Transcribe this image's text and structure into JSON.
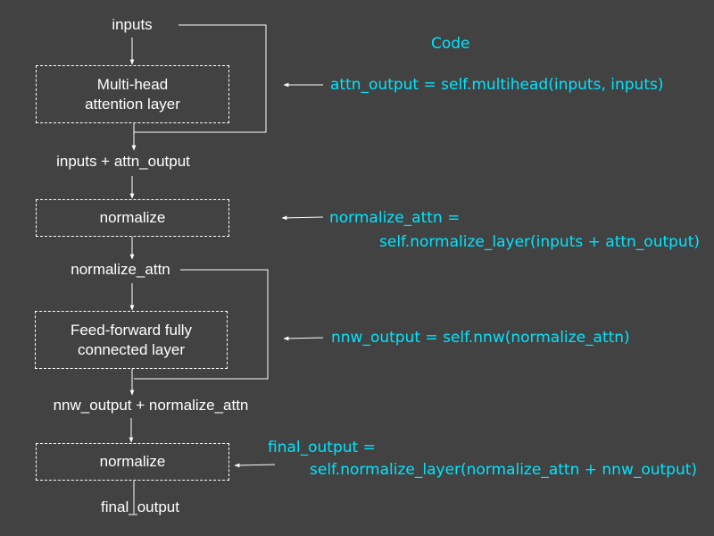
{
  "flow": {
    "inputs": "inputs",
    "attention_box": "Multi-head\nattention layer",
    "sum1": "inputs + attn_output",
    "normalize1": "normalize",
    "normalize_attn": "normalize_attn",
    "ffn_box": "Feed-forward fully\nconnected layer",
    "sum2": "nnw_output + normalize_attn",
    "normalize2": "normalize",
    "final_output": "final_output"
  },
  "code": {
    "header": "Code",
    "attn_line": "attn_output = self.multihead(inputs, inputs)",
    "norm1_line1": "normalize_attn =",
    "norm1_line2": "self.normalize_layer(inputs + attn_output)",
    "nnw_line": "nnw_output = self.nnw(normalize_attn)",
    "final_line1": "final_output =",
    "final_line2": "self.normalize_layer(normalize_attn + nnw_output)"
  },
  "colors": {
    "background": "#424242",
    "foreground": "#ffffff",
    "code": "#00e5ff"
  }
}
